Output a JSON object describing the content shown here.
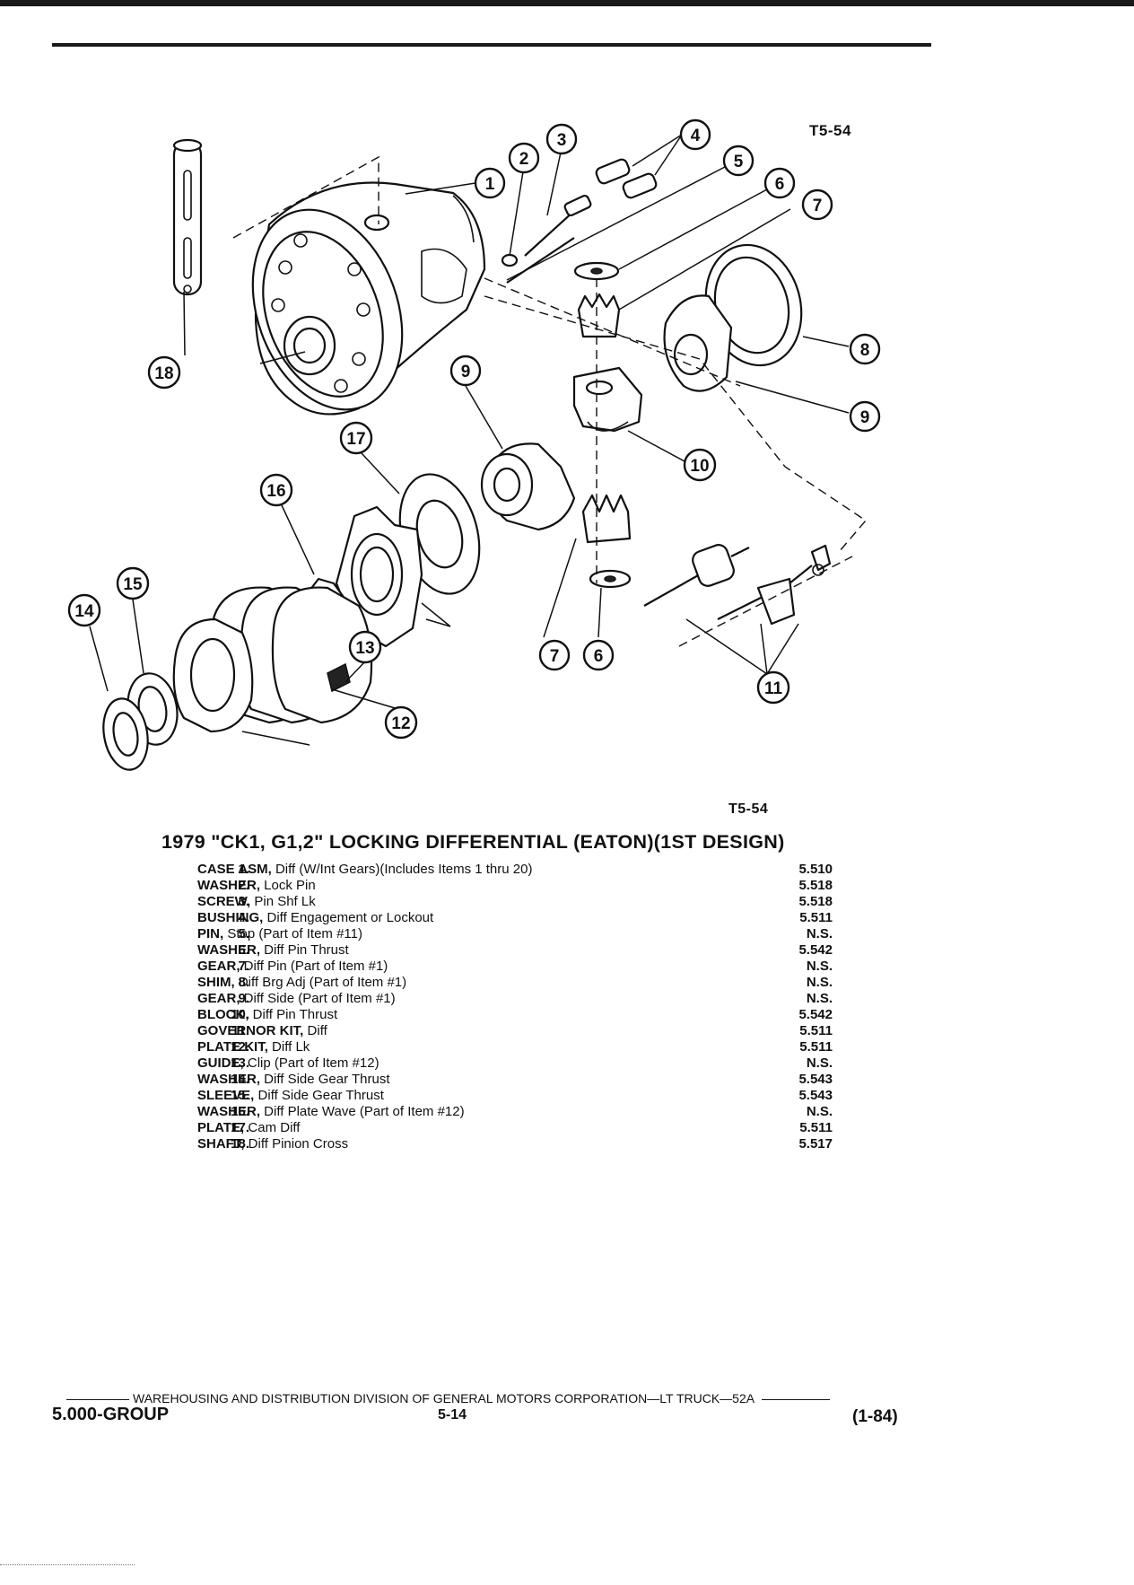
{
  "figure": {
    "code_top": "T5-54",
    "code_bottom": "T5-54",
    "callouts": [
      {
        "id": "c1",
        "label": "1"
      },
      {
        "id": "c2",
        "label": "2"
      },
      {
        "id": "c3",
        "label": "3"
      },
      {
        "id": "c4",
        "label": "4"
      },
      {
        "id": "c5",
        "label": "5"
      },
      {
        "id": "c6a",
        "label": "6"
      },
      {
        "id": "c7a",
        "label": "7"
      },
      {
        "id": "c8",
        "label": "8"
      },
      {
        "id": "c9a",
        "label": "9"
      },
      {
        "id": "c9b",
        "label": "9"
      },
      {
        "id": "c10",
        "label": "10"
      },
      {
        "id": "c11",
        "label": "11"
      },
      {
        "id": "c12",
        "label": "12"
      },
      {
        "id": "c13",
        "label": "13"
      },
      {
        "id": "c14",
        "label": "14"
      },
      {
        "id": "c15",
        "label": "15"
      },
      {
        "id": "c16",
        "label": "16"
      },
      {
        "id": "c17",
        "label": "17"
      },
      {
        "id": "c18",
        "label": "18"
      },
      {
        "id": "c7b",
        "label": "7"
      },
      {
        "id": "c6b",
        "label": "6"
      }
    ]
  },
  "title": "1979 \"CK1, G1,2\" LOCKING DIFFERENTIAL (EATON)(1ST DESIGN)",
  "parts": [
    {
      "num": "1.",
      "name": "CASE ASM,",
      "desc": " Diff (W/Int Gears)(Includes Items 1 thru 20)",
      "code": "5.510"
    },
    {
      "num": "2.",
      "name": "WASHER,",
      "desc": " Lock Pin",
      "code": "5.518"
    },
    {
      "num": "3.",
      "name": "SCREW,",
      "desc": " Pin Shf Lk",
      "code": "5.518"
    },
    {
      "num": "4.",
      "name": "BUSHING,",
      "desc": " Diff Engagement or Lockout",
      "code": "5.511"
    },
    {
      "num": "5.",
      "name": "PIN,",
      "desc": " Stop (Part of Item #11)",
      "code": "N.S."
    },
    {
      "num": "6.",
      "name": "WASHER,",
      "desc": " Diff Pin Thrust",
      "code": "5.542"
    },
    {
      "num": "7.",
      "name": "GEAR,",
      "desc": " Diff Pin (Part of Item #1)",
      "code": "N.S."
    },
    {
      "num": "8.",
      "name": "SHIM,",
      "desc": " Diff Brg Adj (Part of Item #1)",
      "code": "N.S."
    },
    {
      "num": "9.",
      "name": "GEAR,",
      "desc": " Diff Side (Part of Item #1)",
      "code": "N.S."
    },
    {
      "num": "10.",
      "name": "BLOCK,",
      "desc": " Diff Pin Thrust",
      "code": "5.542"
    },
    {
      "num": "11.",
      "name": "GOVERNOR KIT,",
      "desc": " Diff",
      "code": "5.511"
    },
    {
      "num": "12.",
      "name": "PLATE KIT,",
      "desc": " Diff Lk",
      "code": "5.511"
    },
    {
      "num": "13.",
      "name": "GUIDE,",
      "desc": " Clip (Part of Item #12)",
      "code": "N.S."
    },
    {
      "num": "14.",
      "name": "WASHER,",
      "desc": " Diff Side Gear Thrust",
      "code": "5.543"
    },
    {
      "num": "15.",
      "name": "SLEEVE,",
      "desc": " Diff Side Gear Thrust",
      "code": "5.543"
    },
    {
      "num": "16.",
      "name": "WASHER,",
      "desc": " Diff Plate Wave (Part of Item #12)",
      "code": "N.S."
    },
    {
      "num": "17.",
      "name": "PLATE,",
      "desc": " Cam Diff",
      "code": "5.511"
    },
    {
      "num": "18.",
      "name": "SHAFT,",
      "desc": " Diff Pinion Cross",
      "code": "5.517"
    }
  ],
  "footer": {
    "division": "WAREHOUSING AND DISTRIBUTION  DIVISION OF GENERAL MOTORS CORPORATION—LT TRUCK—52A",
    "group": "5.000-GROUP",
    "page": "5-14",
    "date": "(1-84)"
  }
}
